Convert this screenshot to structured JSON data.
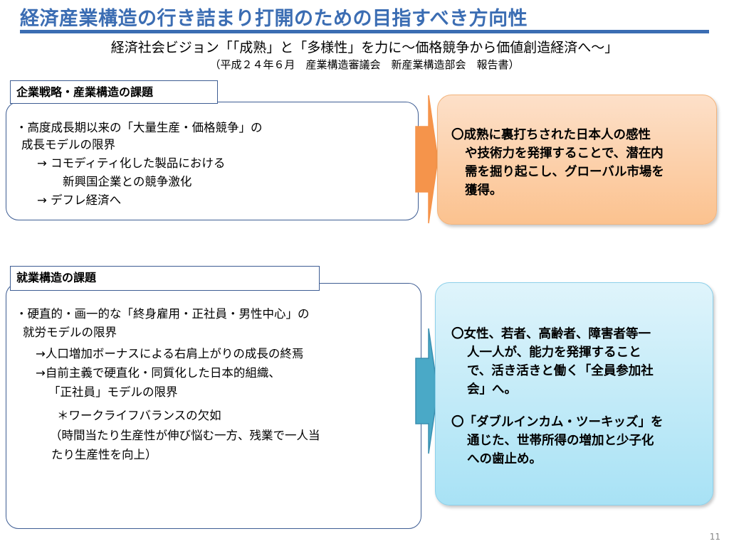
{
  "header": {
    "title": "経済産業構造の行き詰まり打開のための目指すべき方向性",
    "subtitle": "経済社会ビジョン「「成熟」と「多様性」を力に～価格競争から価値創造経済へ～」",
    "source": "（平成２４年６月　産業構造審議会　新産業構造部会　報告書）"
  },
  "section1": {
    "label": "企業戦略・産業構造の課題",
    "lines": [
      "・高度成長期以来の「大量生産・価格競争」の",
      "成長モデルの限界",
      "→  コモディティ化した製品における",
      "新興国企業との競争激化",
      "→  デフレ経済へ"
    ],
    "result_lines": [
      "〇成熟に裏打ちされた日本人の感性",
      "や技術力を発揮することで、潜在内",
      "需を掘り起こし、グローバル市場を",
      "獲得。"
    ]
  },
  "section2": {
    "label": "就業構造の課題",
    "lines": [
      "・硬直的・画一的な「終身雇用・正社員・男性中心」の",
      "就労モデルの限界",
      "→人口増加ボーナスによる右肩上がりの成長の終焉",
      "→自前主義で硬直化・同質化した日本的組織、",
      "「正社員」モデルの限界",
      "＊ワークライフバランスの欠如",
      "（時間当たり生産性が伸び悩む一方、残業で一人当",
      "たり生産性を向上）"
    ],
    "result_lines": [
      "〇女性、若者、高齢者、障害者等一",
      "人一人が、能力を発揮すること",
      "で、活き活きと働く「全員参加社",
      "会」へ。",
      "〇「ダブルインカム・ツーキッズ」を",
      "通じた、世帯所得の増加と少子化",
      "への歯止め。"
    ]
  },
  "colors": {
    "title": "#3b6db3",
    "orange_arrow": "#f5944b",
    "blue_arrow": "#4aa9c7"
  },
  "page_number": "11"
}
